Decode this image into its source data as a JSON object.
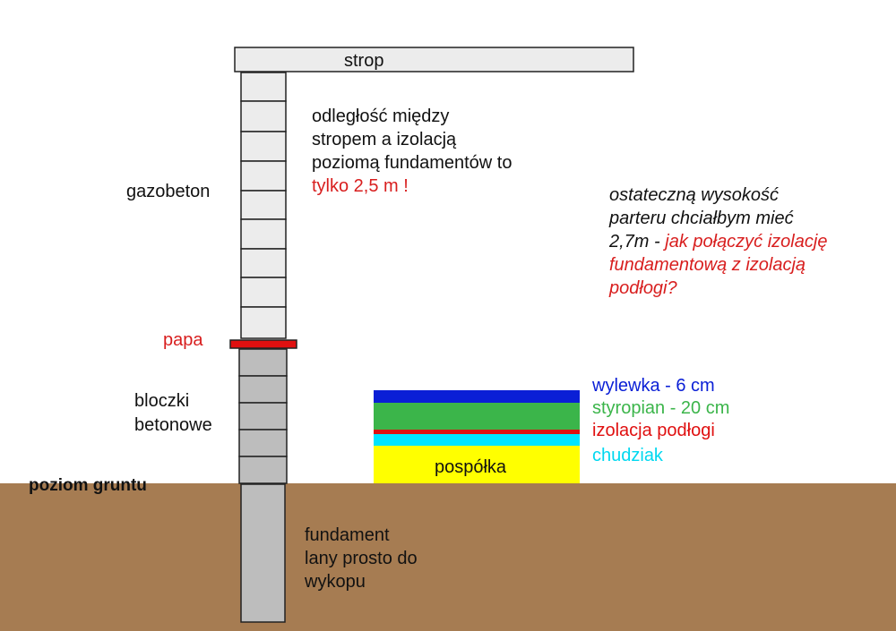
{
  "labels": {
    "strop": "strop",
    "gazobeton": "gazobeton",
    "papa": "papa",
    "bloczki": [
      "bloczki",
      "betonowe"
    ],
    "poziom_gruntu": "poziom gruntu",
    "fundament": [
      "fundament",
      "lany prosto do",
      "wykopu"
    ],
    "pospolka": "pospółka"
  },
  "note1": {
    "lines": [
      "odległość między",
      "stropem a izolacją",
      "poziomą fundamentów to"
    ],
    "highlight": "tylko 2,5 m !"
  },
  "note2": {
    "line1": "ostateczną wysokość",
    "line2": "parteru chciałbym mieć",
    "line3_black": "2,7m - ",
    "line3_red": "jak połączyć izolację",
    "line4": "fundamentową z izolacją",
    "line5": "podłogi?"
  },
  "layers": [
    {
      "label": "wylewka - 6 cm",
      "color": "#0a1fd6"
    },
    {
      "label": "styropian - 20 cm",
      "color": "#3bb54a"
    },
    {
      "label": "izolacja podłogi",
      "color": "#e01010"
    },
    {
      "label": "chudziak",
      "color": "#00e5ff"
    }
  ],
  "colors": {
    "ground": "#a67c52",
    "pospolka": "#ffff00",
    "red_text": "#d81e1e"
  }
}
